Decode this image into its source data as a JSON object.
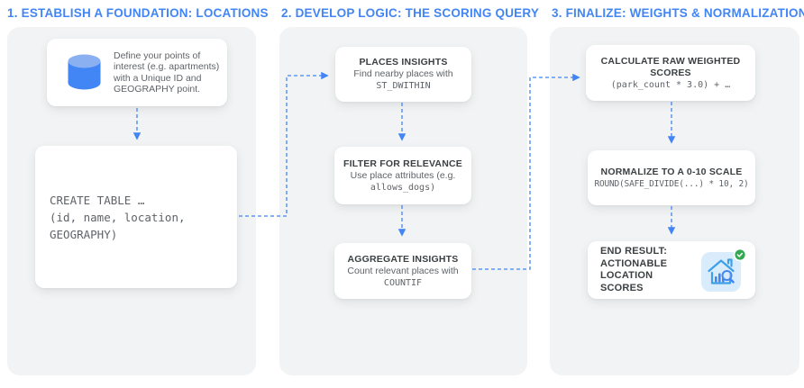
{
  "diagram": {
    "columns": [
      {
        "title": "1. ESTABLISH A FOUNDATION: LOCATIONS",
        "cards": [
          {
            "icon": "database-icon",
            "body": "Define your points of interest (e.g. apartments) with a Unique ID and GEOGRAPHY point."
          },
          {
            "code": "CREATE TABLE …\n(id, name, location,\nGEOGRAPHY)"
          }
        ]
      },
      {
        "title": "2. DEVELOP LOGIC: THE SCORING QUERY",
        "cards": [
          {
            "title": "PLACES INSIGHTS",
            "body": "Find nearby places with",
            "code": "ST_DWITHIN"
          },
          {
            "title": "FILTER FOR RELEVANCE",
            "body": "Use place attributes (e.g.",
            "code": "allows_dogs)"
          },
          {
            "title": "AGGREGATE INSIGHTS",
            "body": "Count relevant places with",
            "code": "COUNTIF"
          }
        ]
      },
      {
        "title": "3. FINALIZE: WEIGHTS & NORMALIZATION",
        "cards": [
          {
            "title": "CALCULATE RAW WEIGHTED SCORES",
            "code": "(park_count * 3.0) + …"
          },
          {
            "title": "NORMALIZE TO A 0-10 SCALE",
            "code": "ROUND(SAFE_DIVIDE(...) * 10, 2)"
          },
          {
            "title": "END RESULT:\nACTIONABLE LOCATION\nSCORES",
            "icon": "house-analytics-icon"
          }
        ]
      }
    ],
    "colors": {
      "accent_blue": "#4285f4",
      "panel_gray": "#f1f3f4",
      "heading_text": "#3c4043",
      "body_text": "#5f6368",
      "cylinder_top_blue": "#8ab0f2",
      "icon_bg_light_blue": "#d9ecfb",
      "icon_house_blue": "#3fa0e8",
      "badge_green": "#34a853"
    }
  }
}
